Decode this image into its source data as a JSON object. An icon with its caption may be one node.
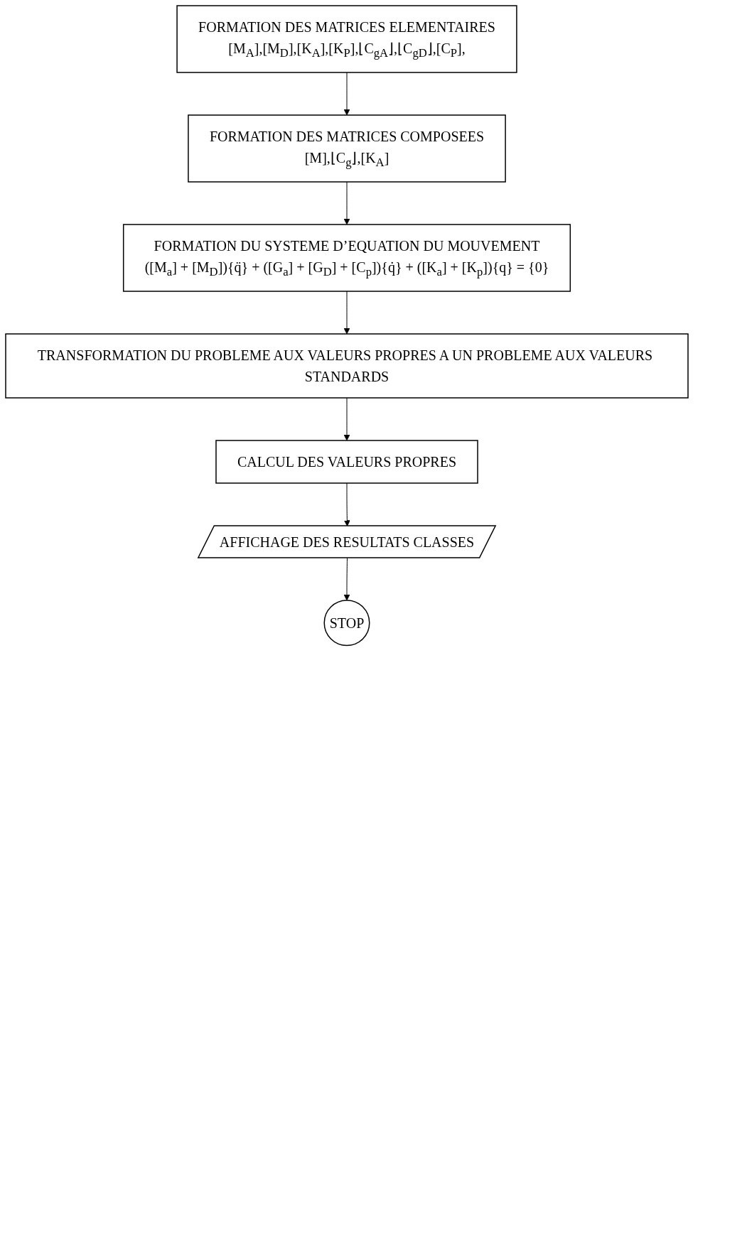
{
  "diagram": {
    "nodes": [
      {
        "text": [
          "FORMATION  DES MATRICES ELEMENTAIRES",
          "[M$_{A}$],[M$_{D}$],[K$_{A}$],[K$_{P}$],⌊C$_{gA}$⌋,⌊C$_{gD}$⌋,[C$_{P}$],"
        ]
      },
      {
        "text": [
          "FORMATION  DES MATRICES COMPOSEES",
          "[M],⌊C$_{g}$⌋,[K$_{A}$]"
        ]
      },
      {
        "text": [
          "FORMATION DU SYSTEME D’EQUATION DU MOUVEMENT",
          "([M$_{a}$] + [M$_{D}$]){q̈} + ([G$_{a}$] + [G$_{D}$] + [C$_{p}$]){q̇} + ([K$_{a}$] + [K$_{p}$]){q} = {0}"
        ]
      },
      {
        "text": [
          "TRANSFORMATION DU PROBLEME AUX VALEURS PROPRES A UN PROBLEME AUX VALEURS STANDARDS"
        ]
      },
      {
        "text": [
          "CALCUL DES VALEURS PROPRES"
        ]
      },
      {
        "text": [
          "AFFICHAGE DES RESULTATS  CLASSES"
        ]
      },
      {
        "text": [
          "STOP"
        ]
      }
    ],
    "edges": [
      {
        "from": 0,
        "to": 1,
        "arrow": "to"
      },
      {
        "from": 1,
        "to": 2,
        "arrow": "to"
      },
      {
        "from": 2,
        "to": 3,
        "arrow": "to"
      },
      {
        "from": 3,
        "to": 4,
        "arrow": "to"
      },
      {
        "from": 4,
        "to": 5,
        "arrow": "to"
      },
      {
        "from": 5,
        "to": 6,
        "arrow": "to"
      }
    ]
  }
}
